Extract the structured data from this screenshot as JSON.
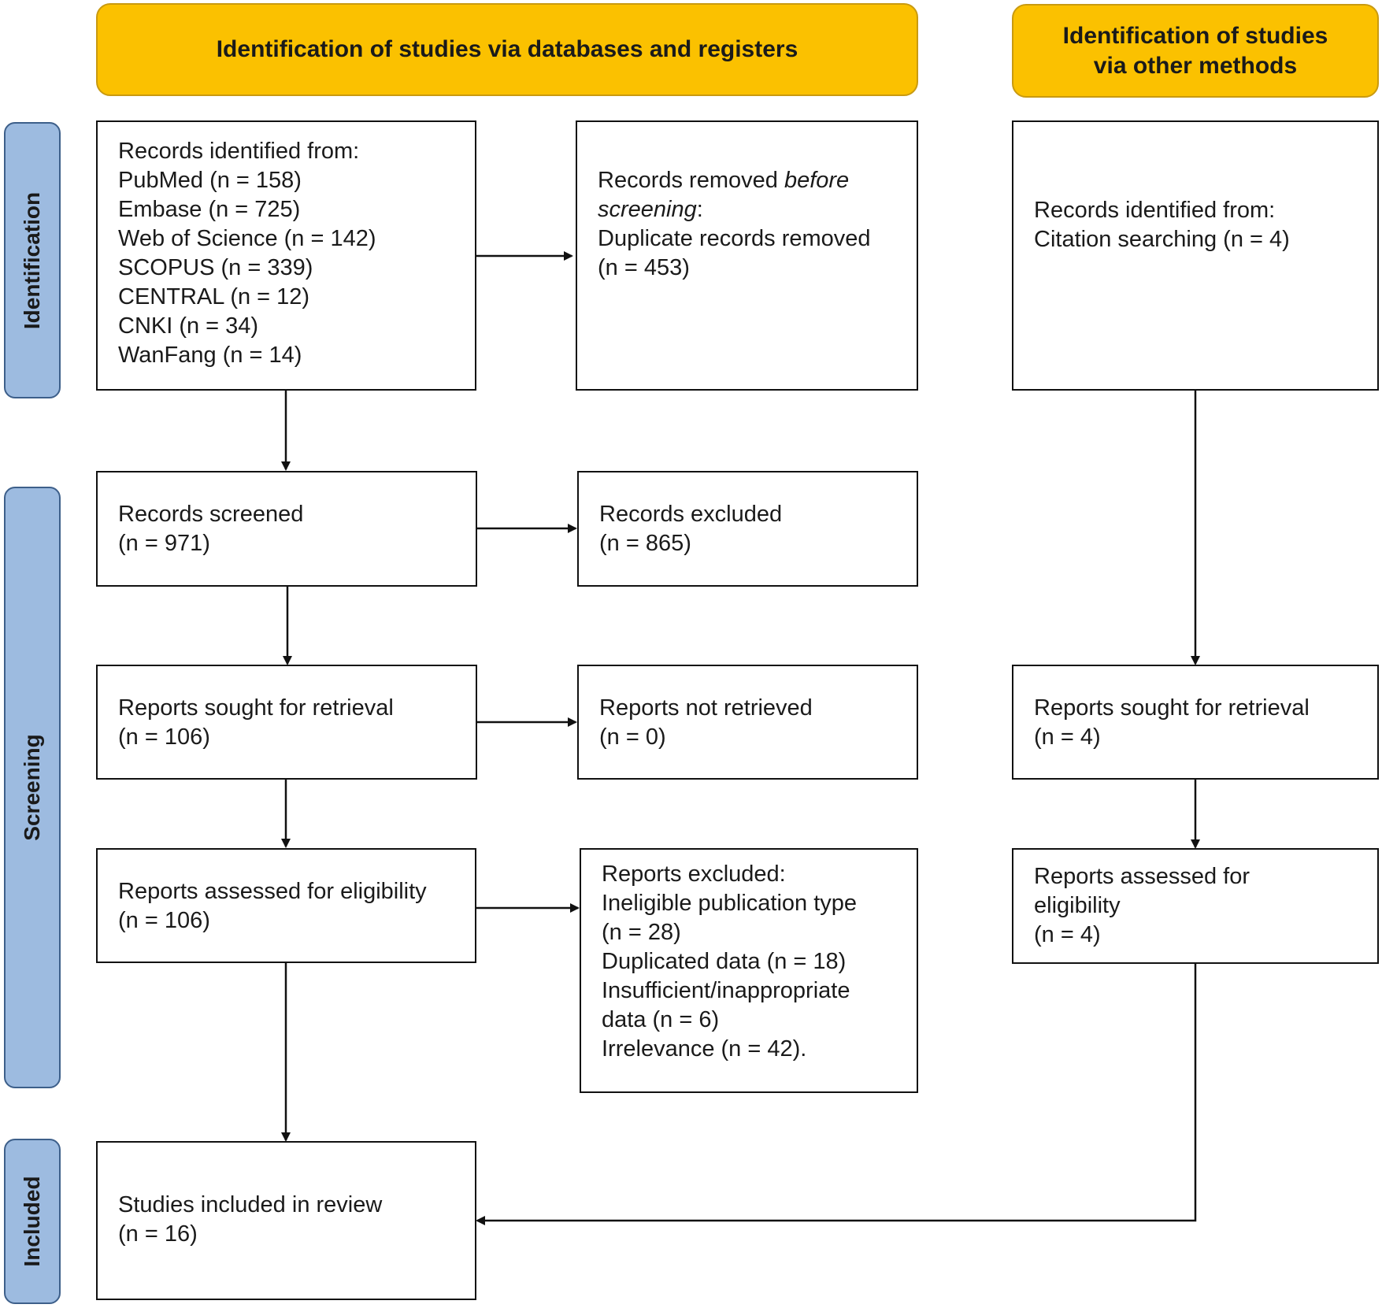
{
  "headers": {
    "databases": "Identification of studies via databases and registers",
    "other_line1": "Identification of studies",
    "other_line2": "via other methods"
  },
  "stages": {
    "identification": "Identification",
    "screening": "Screening",
    "included": "Included"
  },
  "db": {
    "records_identified": {
      "title": "Records identified from:",
      "sources": [
        "PubMed (n = 158)",
        "Embase (n = 725)",
        "Web of Science (n = 142)",
        "SCOPUS (n = 339)",
        "CENTRAL (n = 12)",
        "CNKI (n = 34)",
        "WanFang (n = 14)"
      ]
    },
    "records_removed": {
      "prefix": "Records removed ",
      "before": "before",
      "screening": "screening",
      "colon": ":",
      "line3": "Duplicate records removed",
      "line4": "(n = 453)"
    },
    "records_screened": {
      "label": "Records screened",
      "n": "(n = 971)"
    },
    "records_excluded": {
      "label": "Records excluded",
      "n": "(n = 865)"
    },
    "reports_sought": {
      "label": "Reports sought for retrieval",
      "n": "(n = 106)"
    },
    "reports_not_retrieved": {
      "label": "Reports not retrieved",
      "n": "(n = 0)"
    },
    "reports_assessed": {
      "label": "Reports assessed for eligibility",
      "n": "(n = 106)"
    },
    "reports_excluded": {
      "lines": [
        "Reports excluded:",
        "Ineligible publication type",
        "(n = 28)",
        "Duplicated data (n = 18)",
        "Insufficient/inappropriate",
        "data (n = 6)",
        "Irrelevance (n = 42)."
      ]
    },
    "studies_included": {
      "label": "Studies included in review",
      "n": "(n = 16)"
    }
  },
  "other": {
    "records_identified": {
      "title": "Records identified from:",
      "line2": "Citation searching (n = 4)"
    },
    "reports_sought": {
      "label": "Reports sought for retrieval",
      "n": "(n = 4)"
    },
    "reports_assessed": {
      "line1": "Reports assessed for",
      "line2": "eligibility",
      "n": "(n = 4)"
    }
  },
  "colors": {
    "header_fill": "#fbc100",
    "stage_fill": "#9dbbe0",
    "stroke": "#111111"
  }
}
